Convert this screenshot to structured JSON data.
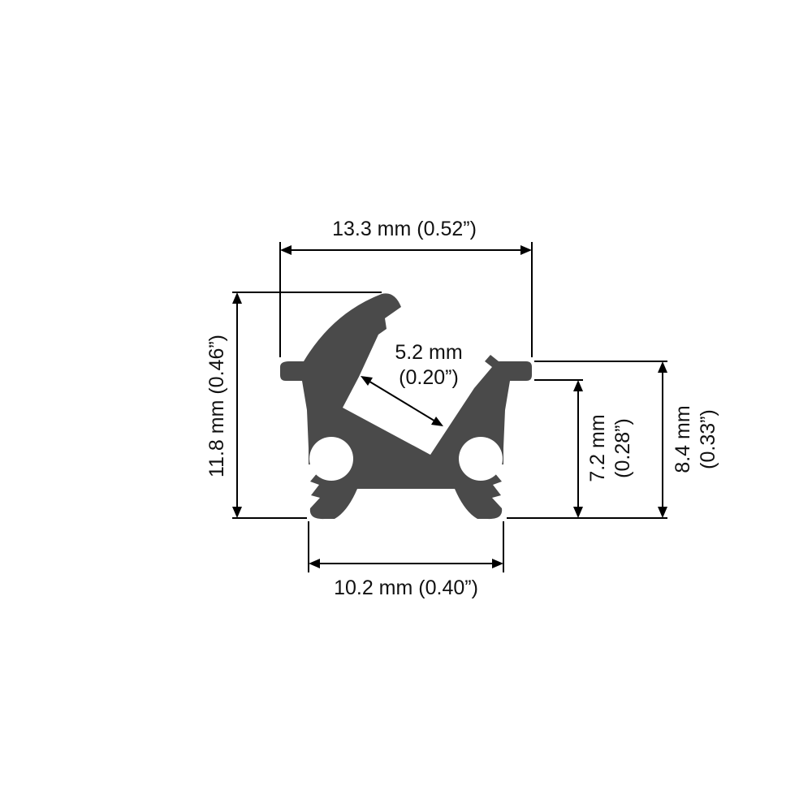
{
  "colors": {
    "profile": "#4a4a4a",
    "lines": "#000000",
    "background": "#ffffff"
  },
  "dimensions": {
    "top_width": "13.3 mm (0.52”)",
    "bottom_width": "10.2 mm (0.40”)",
    "total_height": "11.8 mm (0.46”)",
    "channel_mm": "5.2 mm",
    "channel_in": "(0.20”)",
    "inner_height_mm": "7.2 mm",
    "inner_height_in": "(0.28”)",
    "side_height_mm": "8.4 mm",
    "side_height_in": "(0.33”)"
  }
}
